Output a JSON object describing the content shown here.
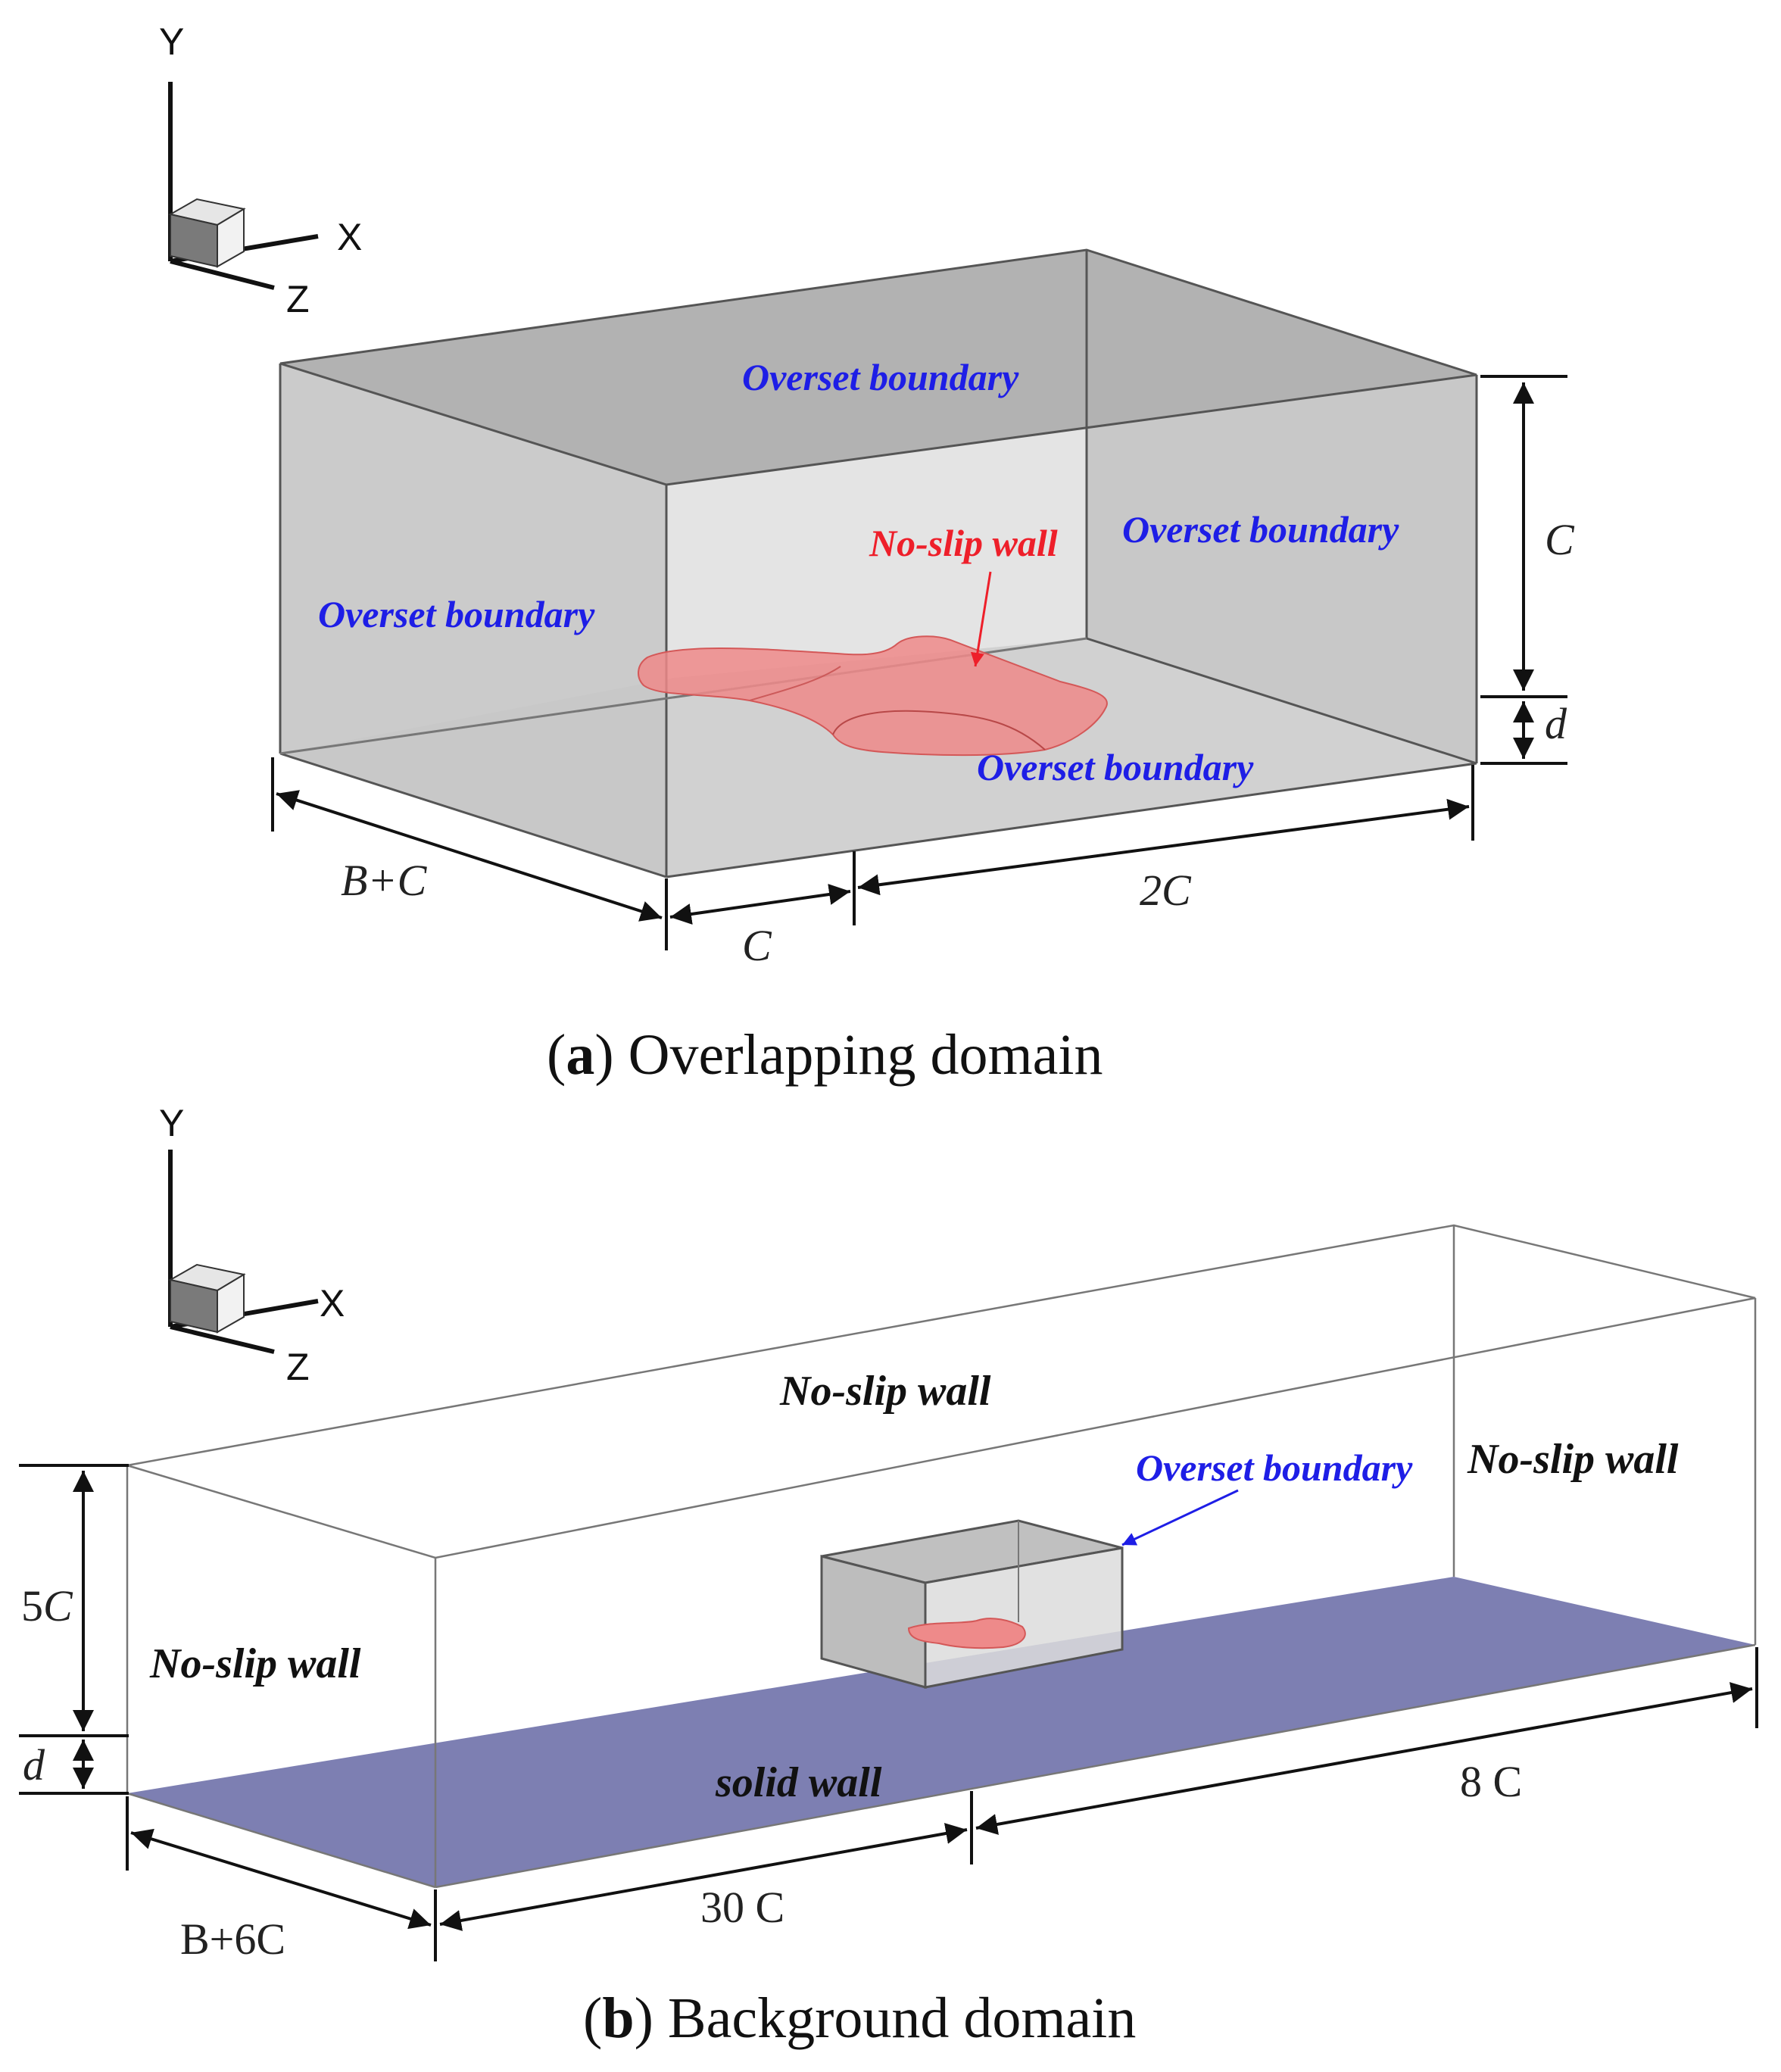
{
  "colors": {
    "overset_box": "#c8c8c8",
    "no_slip_wall_surface": "#ee8a8a",
    "solid_wall": "#7d7fb2",
    "blue_label": "#1e1ee6",
    "red_label": "#ee1f2a"
  },
  "axes_a": {
    "y": "Y",
    "x": "X",
    "z": "Z"
  },
  "axes_b": {
    "y": "Y",
    "x": "X",
    "z": "Z"
  },
  "panel_a": {
    "overset_top": "Overset boundary",
    "overset_back": "Overset boundary",
    "overset_left": "Overset boundary",
    "overset_bottom": "Overset boundary",
    "no_slip": "No-slip wall",
    "dim_c_vertical": "C",
    "dim_d": "d",
    "dim_bc": "B+C",
    "dim_c_bottom": "C",
    "dim_2c": "2C",
    "caption_letter": "a",
    "caption_text": "Overlapping domain"
  },
  "panel_b": {
    "noslip_top": "No-slip wall",
    "noslip_right": "No-slip wall",
    "noslip_left": "No-slip wall",
    "overset": "Overset boundary",
    "solid": "solid wall",
    "dim_5c": "5C",
    "dim_d": "d",
    "dim_b6c": "B+6C",
    "dim_30c": "30 C",
    "dim_8c": "8 C",
    "caption_letter": "b",
    "caption_text": "Background domain"
  }
}
